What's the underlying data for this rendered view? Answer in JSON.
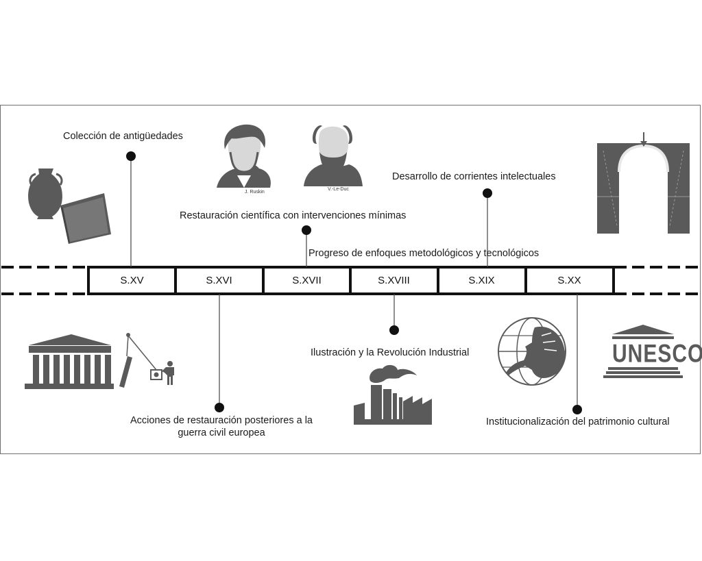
{
  "timeline": {
    "centuries": [
      "S.XV",
      "S.XVI",
      "S.XVII",
      "S.XVIII",
      "S.XIX",
      "S.XX"
    ]
  },
  "events_top": {
    "coleccion": "Colección de antigüedades",
    "restauracion_cientifica": "Restauración científica con intervenciones mínimas",
    "progreso": "Progreso de enfoques metodológicos y tecnológicos",
    "corrientes": "Desarrollo de corrientes intelectuales"
  },
  "events_bottom": {
    "acciones_line1": "Acciones de restauración posteriores a la",
    "acciones_line2": "guerra civil europea",
    "ilustracion": "Ilustración y la Revolución Industrial",
    "institucionalizacion": "Institucionalización del patrimonio cultural"
  },
  "portraits": {
    "ruskin": "J. Ruskin",
    "viollet": "V.-Le-Duc"
  },
  "logos": {
    "unesco": "UNESCO"
  },
  "icons": [
    "amphora-icon",
    "book-icon",
    "ruskin-portrait-icon",
    "viollet-le-duc-portrait-icon",
    "arch-icon",
    "temple-ruin-icon",
    "factory-icon",
    "globe-horse-icon",
    "unesco-logo-icon"
  ],
  "colors": {
    "ink": "#1a1a1a",
    "illustration": "#5a5a5a"
  }
}
